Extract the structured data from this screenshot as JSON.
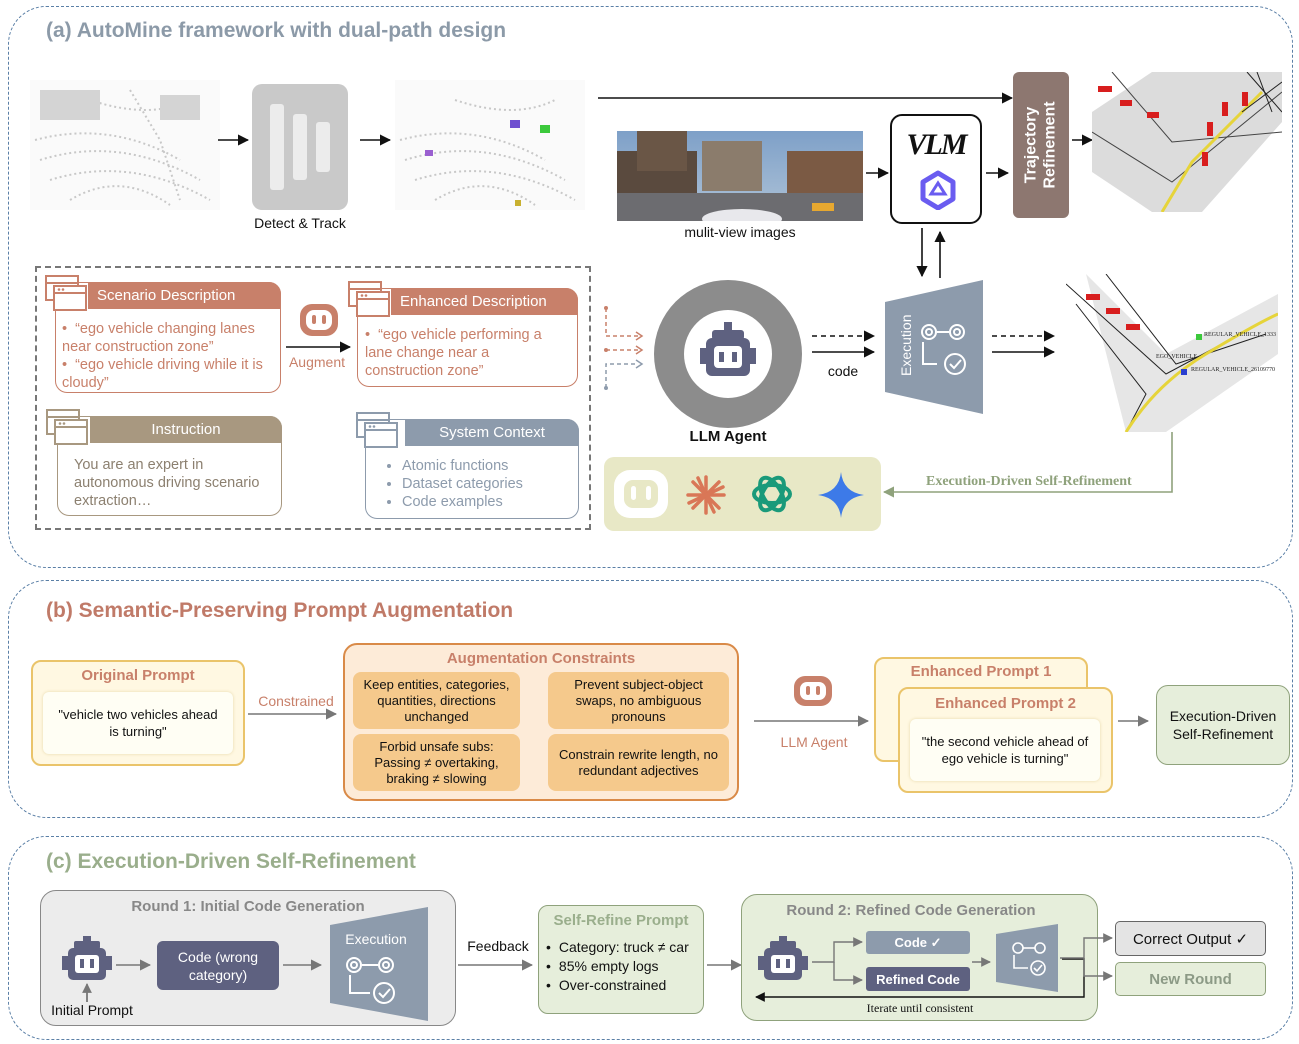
{
  "panel_a": {
    "title": "(a) AutoMine framework with dual-path design",
    "detect_track": "Detect & Track",
    "multiview": "mulit-view images",
    "vlm": "VLM",
    "trajectory_refinement": "Trajectory Refinement",
    "scenario_description": {
      "title": "Scenario Description",
      "items": [
        "“ego vehicle changing lanes near construction zone”",
        "“ego vehicle driving while it is cloudy”"
      ]
    },
    "augment": "Augment",
    "enhanced_description": {
      "title": "Enhanced Description",
      "items": [
        "“ego vehicle performing a lane change near a construction zone”"
      ]
    },
    "instruction": {
      "title": "Instruction",
      "text": "You are an expert in autonomous driving scenario extraction…"
    },
    "system_context": {
      "title": "System Context",
      "items": [
        "Atomic functions",
        "Dataset categories",
        "Code examples"
      ]
    },
    "llm_agent": "LLM Agent",
    "code": "code",
    "execution": "Execution",
    "self_refine_label": "Execution-Driven Self-Refinement",
    "map_labels": [
      "EGO_VEHICLE",
      "REGULAR_VEHICLE_1333",
      "REGULAR_VEHICLE_26109770"
    ]
  },
  "panel_b": {
    "title": "(b) Semantic-Preserving Prompt Augmentation",
    "original_prompt": {
      "title": "Original Prompt",
      "text": "\"vehicle two vehicles ahead is turning\""
    },
    "constrained": "Constrained",
    "constraints": {
      "title": "Augmentation Constraints",
      "items": [
        "Keep entities, categories, quantities, directions unchanged",
        "Prevent subject-object swaps, no ambiguous pronouns",
        "Forbid unsafe subs: Passing ≠ overtaking, braking ≠ slowing",
        "Constrain rewrite length, no redundant adjectives"
      ]
    },
    "llm_agent": "LLM Agent",
    "enhanced_1": "Enhanced Prompt 1",
    "enhanced_2": {
      "title": "Enhanced Prompt 2",
      "text": "\"the second vehicle ahead of ego vehicle is turning\""
    },
    "exec_refine": "Execution-Driven Self-Refinement"
  },
  "panel_c": {
    "title": "(c) Execution-Driven Self-Refinement",
    "round1": {
      "title": "Round 1: Initial Code Generation",
      "code": "Code (wrong category)",
      "execution": "Execution",
      "initial_prompt": "Initial Prompt"
    },
    "feedback": "Feedback",
    "self_refine": {
      "title": "Self-Refine Prompt",
      "items": [
        "Category: truck ≠ car",
        "85% empty logs",
        "Over-constrained"
      ]
    },
    "round2": {
      "title": "Round 2: Refined Code Generation",
      "code_ok": "Code ✓",
      "refined_code": "Refined Code",
      "iterate": "Iterate until consistent"
    },
    "correct_output": "Correct Output ✓",
    "new_round": "New Round"
  },
  "colors": {
    "panel_a_title": "#8c9aa8",
    "panel_b_title": "#c07a68",
    "panel_c_title": "#9aae8c",
    "terracotta": "#c8806a",
    "taupe": "#a89880",
    "slate": "#8d9bac",
    "navy": "#5e6180",
    "khaki": "#e8e8c6",
    "green_pale": "#e6eedb"
  }
}
